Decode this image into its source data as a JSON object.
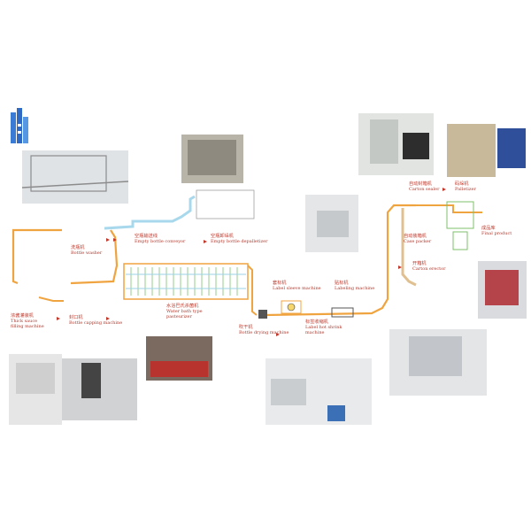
{
  "labels": {
    "bottle_washer_zh": "洗瓶机",
    "bottle_washer_en": "Bottle washer",
    "empty_conveyor_zh": "空瓶输送线",
    "empty_conveyor_en": "Empty bottle conveyor",
    "depalletizer_zh": "空瓶卸垛机",
    "depalletizer_en": "Empty bottle depalletizer",
    "filling_zh": "浓酱灌装机",
    "filling_en1": "Thick sauce",
    "filling_en2": "filling machine",
    "capping_zh": "封口机",
    "capping_en": "Bottle capping machine",
    "pasteurizer_zh": "水浴巴氏杀菌机",
    "pasteurizer_en1": "Water bath type",
    "pasteurizer_en2": "pasteurizer",
    "drying_zh": "吹干机",
    "drying_en": "Bottle drying machine",
    "sleeve_zh": "套标机",
    "sleeve_en": "Label sleeve machine",
    "labeling_zh": "贴标机",
    "labeling_en": "Labeling machine",
    "shrink_zh": "标签收缩机",
    "shrink_en1": "Label hot shrink",
    "shrink_en2": "machine",
    "case_erector_zh": "开箱机",
    "case_erector_en": "Carton erector",
    "case_packer_zh": "自动装箱机",
    "case_packer_en": "Case packer",
    "sealer_zh": "自动封箱机",
    "sealer_en": "Carton sealer",
    "palletizer_zh": "码垛机",
    "palletizer_en": "Palletizer",
    "final_zh": "成品库",
    "final_en": "Final product"
  },
  "colors": {
    "line_orange": "#f0a440",
    "line_blue": "#a8d8ec",
    "label_red": "#c0392b",
    "logo_blue": "#3a7bd5",
    "photo_grey": "#8c8c8c"
  }
}
